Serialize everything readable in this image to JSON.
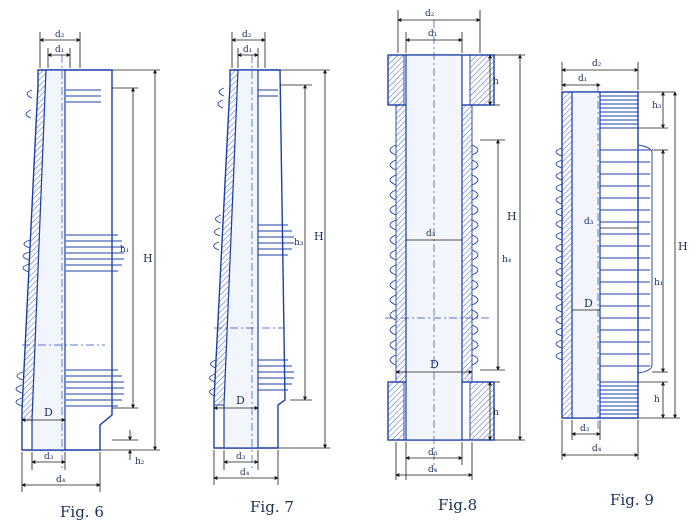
{
  "figures": [
    {
      "id": "fig6",
      "caption": "Fig. 6",
      "labels": {
        "d2": "d₂",
        "d1": "d₁",
        "h1": "h₁",
        "H": "H",
        "D": "D",
        "d3": "d₃",
        "d4": "d₄",
        "h2": "h₂"
      }
    },
    {
      "id": "fig7",
      "caption": "Fig. 7",
      "labels": {
        "d2": "d₂",
        "d1": "d₁",
        "h3": "h₃",
        "H": "H",
        "D": "D",
        "d3": "d₃",
        "d4": "d₄"
      }
    },
    {
      "id": "fig8",
      "caption": "Fig.8",
      "labels": {
        "d2": "d₂",
        "d1": "d₁",
        "h_top": "h",
        "H": "H",
        "d3": "d₃",
        "h4": "h₄",
        "D": "D",
        "h_bot": "h",
        "d3b": "d₃",
        "d4": "d₄"
      }
    },
    {
      "id": "fig9",
      "caption": "Fig. 9",
      "labels": {
        "d2": "d₂",
        "d1": "d₁",
        "h3": "h₃",
        "d3": "d₃",
        "H": "H",
        "h1": "h₁",
        "D": "D",
        "h_bot": "h",
        "d3b": "d₃",
        "d4": "d₄"
      }
    }
  ]
}
